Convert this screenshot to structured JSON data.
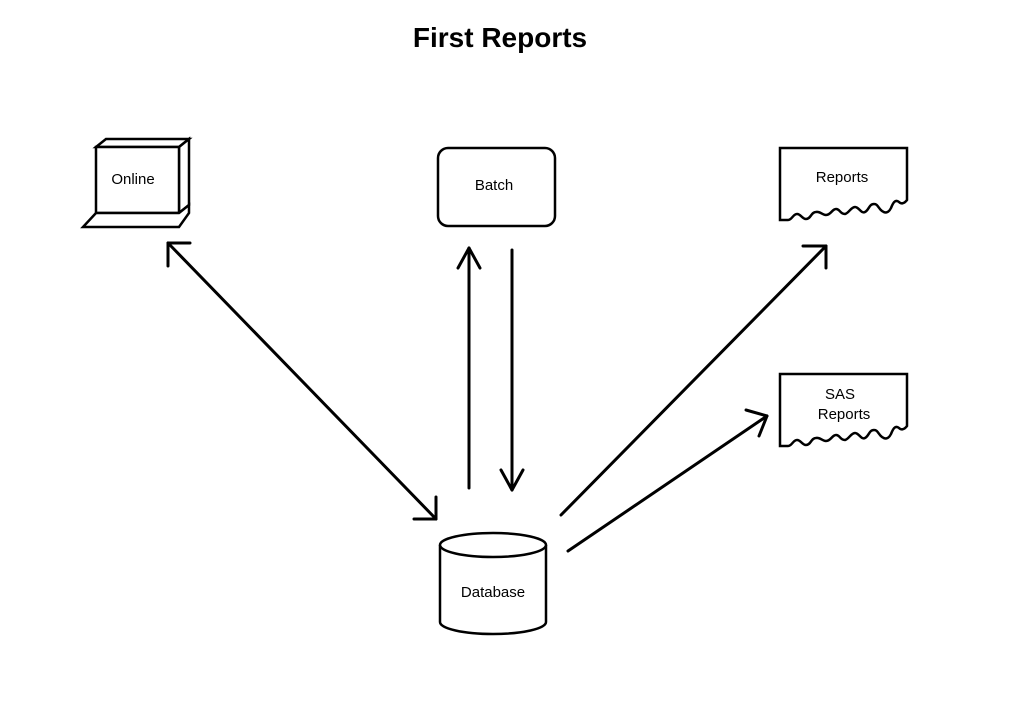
{
  "title": "First Reports",
  "nodes": {
    "online": "Online",
    "batch": "Batch",
    "reports": "Reports",
    "sas_reports": [
      "SAS",
      "Reports"
    ],
    "database": "Database"
  },
  "colors": {
    "stroke": "#000000",
    "background": "#ffffff"
  }
}
